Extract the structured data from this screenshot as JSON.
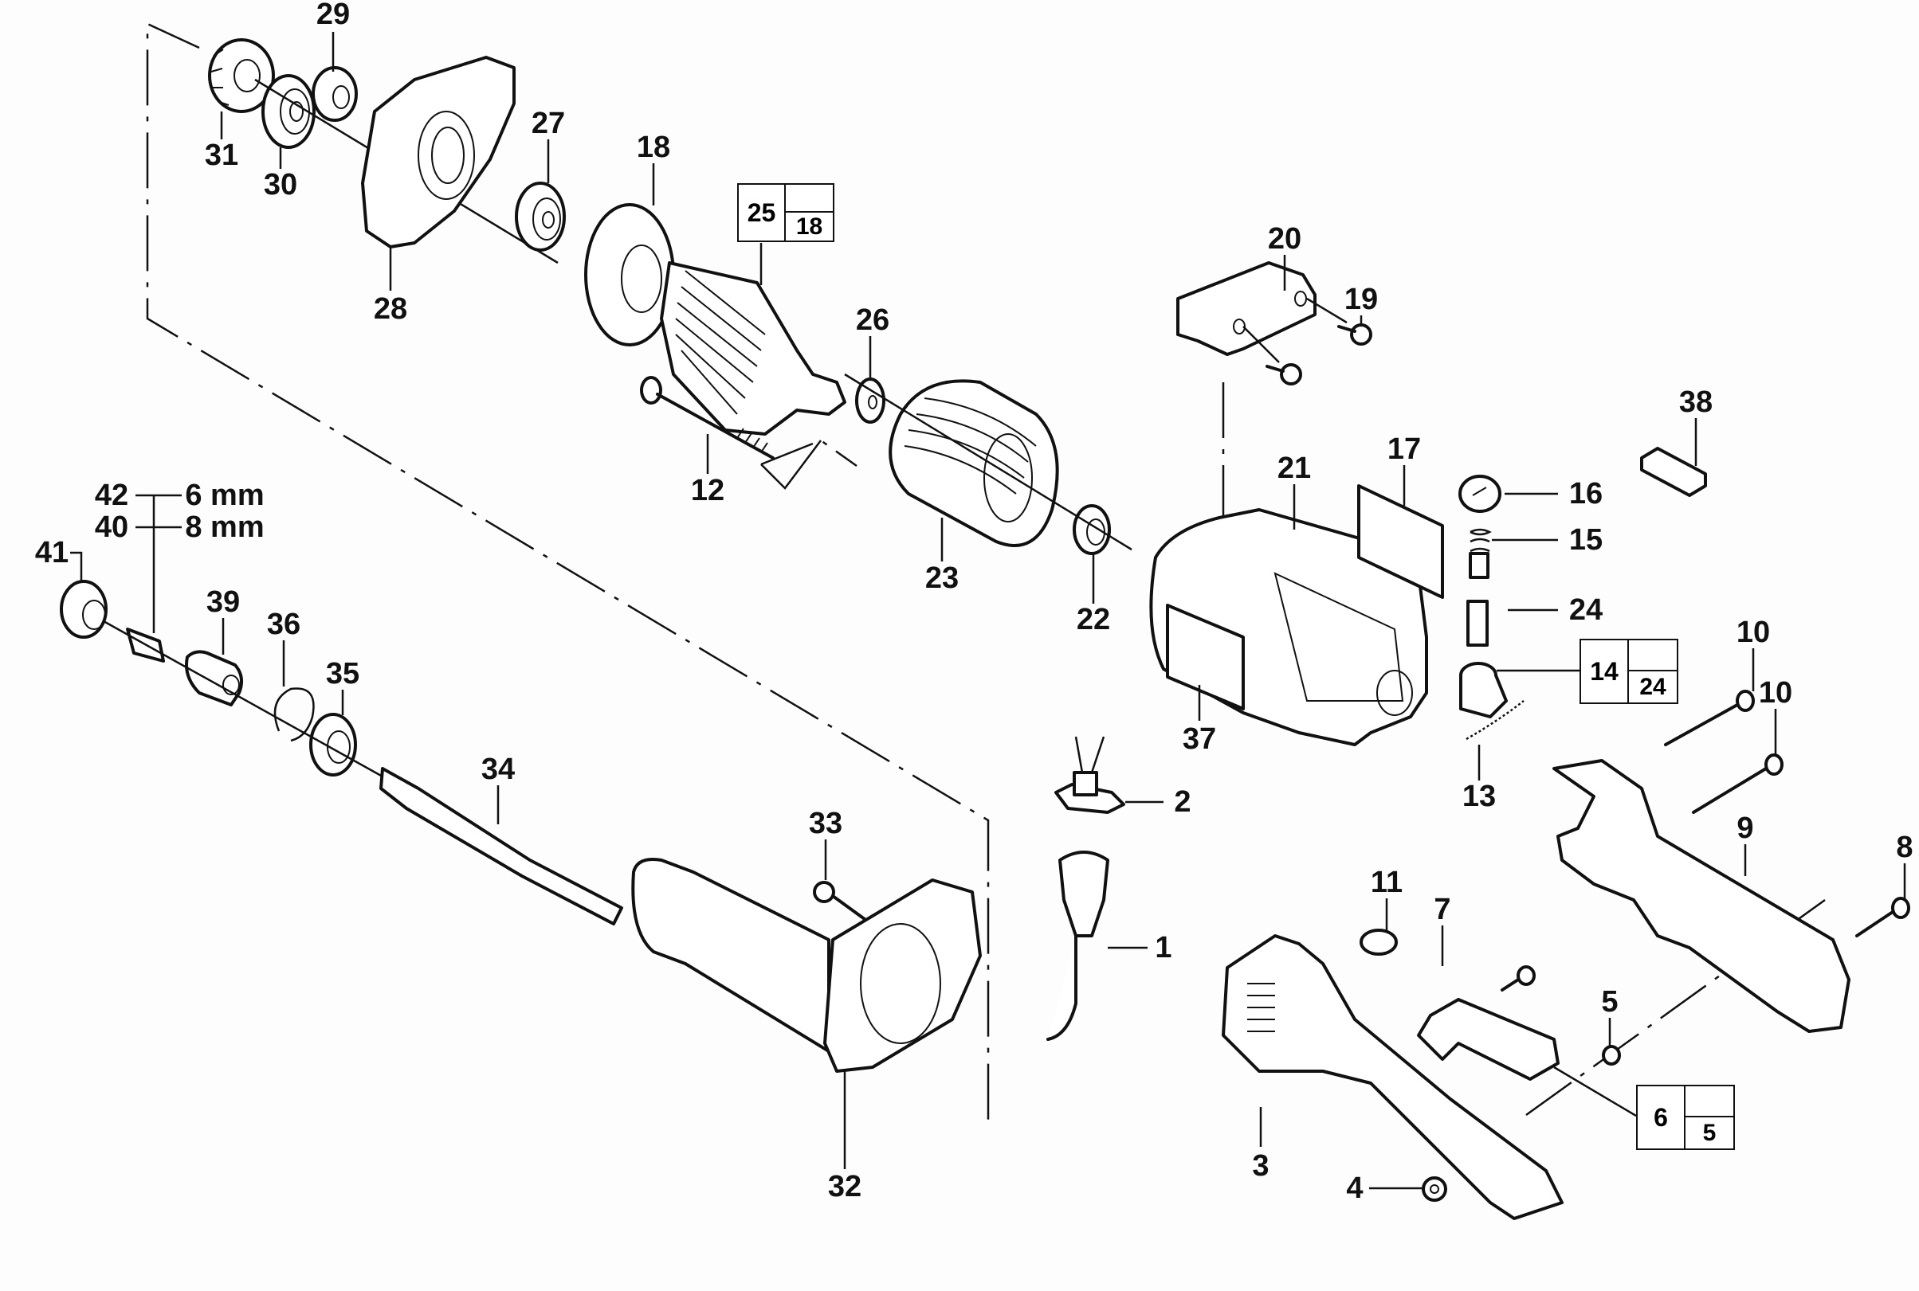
{
  "diagram": {
    "type": "exploded-parts-diagram",
    "subject": "die grinder",
    "callouts": [
      {
        "id": "1",
        "label": "1"
      },
      {
        "id": "2",
        "label": "2"
      },
      {
        "id": "3",
        "label": "3"
      },
      {
        "id": "4",
        "label": "4"
      },
      {
        "id": "5",
        "label": "5"
      },
      {
        "id": "7",
        "label": "7"
      },
      {
        "id": "8",
        "label": "8"
      },
      {
        "id": "9",
        "label": "9"
      },
      {
        "id": "10a",
        "label": "10"
      },
      {
        "id": "10b",
        "label": "10"
      },
      {
        "id": "11",
        "label": "11"
      },
      {
        "id": "12",
        "label": "12"
      },
      {
        "id": "13",
        "label": "13"
      },
      {
        "id": "15",
        "label": "15"
      },
      {
        "id": "16",
        "label": "16"
      },
      {
        "id": "17",
        "label": "17"
      },
      {
        "id": "18",
        "label": "18"
      },
      {
        "id": "19",
        "label": "19"
      },
      {
        "id": "20",
        "label": "20"
      },
      {
        "id": "21",
        "label": "21"
      },
      {
        "id": "22",
        "label": "22"
      },
      {
        "id": "23",
        "label": "23"
      },
      {
        "id": "24",
        "label": "24"
      },
      {
        "id": "26",
        "label": "26"
      },
      {
        "id": "27",
        "label": "27"
      },
      {
        "id": "28",
        "label": "28"
      },
      {
        "id": "29",
        "label": "29"
      },
      {
        "id": "30",
        "label": "30"
      },
      {
        "id": "31",
        "label": "31"
      },
      {
        "id": "32",
        "label": "32"
      },
      {
        "id": "33",
        "label": "33"
      },
      {
        "id": "34",
        "label": "34"
      },
      {
        "id": "35",
        "label": "35"
      },
      {
        "id": "36",
        "label": "36"
      },
      {
        "id": "37",
        "label": "37"
      },
      {
        "id": "38",
        "label": "38"
      },
      {
        "id": "39",
        "label": "39"
      },
      {
        "id": "41",
        "label": "41"
      }
    ],
    "collet_sizes": [
      {
        "part": "42",
        "size": "6 mm"
      },
      {
        "part": "40",
        "size": "8 mm"
      }
    ],
    "kit_boxes": [
      {
        "main": "25",
        "includes": "18"
      },
      {
        "main": "14",
        "includes": "24"
      },
      {
        "main": "6",
        "includes": "5"
      }
    ]
  }
}
